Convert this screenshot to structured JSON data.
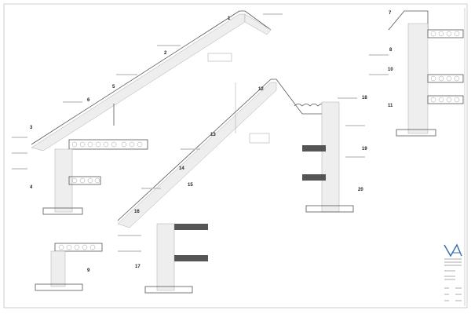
{
  "drawing": {
    "detail_numbers": [
      "1",
      "2",
      "3",
      "4",
      "5",
      "6",
      "7",
      "8",
      "9",
      "10",
      "11",
      "12",
      "13",
      "14",
      "15",
      "16",
      "17",
      "18",
      "19",
      "20"
    ],
    "accent_color": "#3a6fb0"
  },
  "title_block": {
    "logo_text": "VA"
  }
}
